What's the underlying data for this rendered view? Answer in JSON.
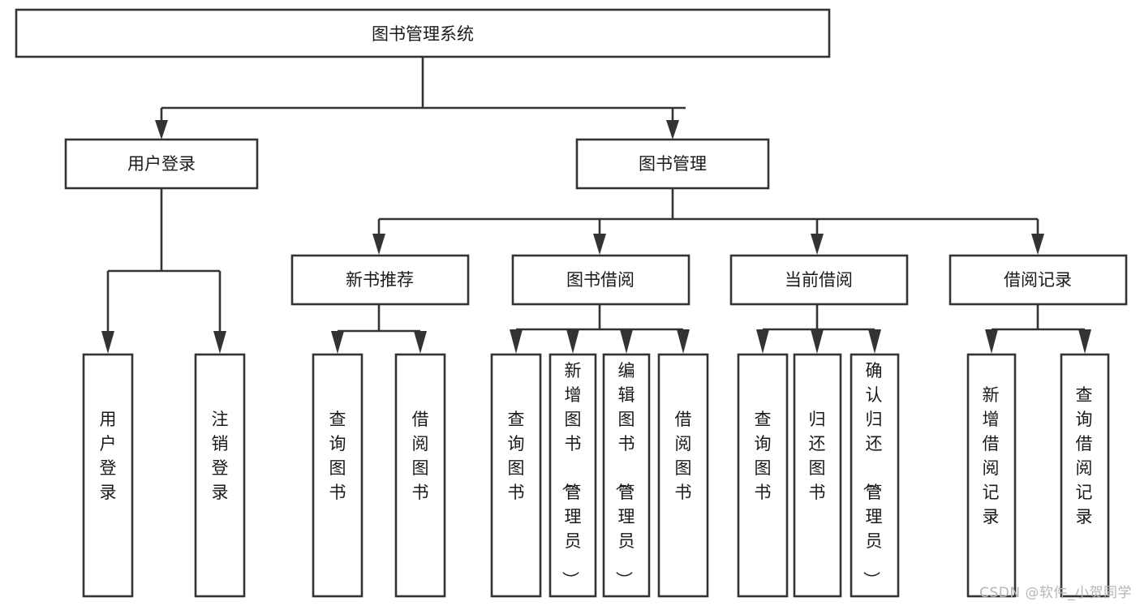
{
  "diagram": {
    "title": "图书管理系统",
    "type": "tree-hierarchy-chart",
    "watermark": "CSDN @软件_小贺同学",
    "colors": {
      "stroke": "#333333",
      "fill": "#ffffff",
      "text": "#1a1a1a",
      "watermark": "#b6b6b6",
      "background": "#ffffff"
    },
    "root": {
      "label": "图书管理系统"
    },
    "level2": [
      {
        "label": "用户登录"
      },
      {
        "label": "图书管理"
      }
    ],
    "level3": [
      {
        "label": "新书推荐"
      },
      {
        "label": "图书借阅"
      },
      {
        "label": "当前借阅"
      },
      {
        "label": "借阅记录"
      }
    ],
    "leaves": {
      "user_login": [
        {
          "label": "用户登录"
        },
        {
          "label": "注销登录"
        }
      ],
      "new_book_recommend": [
        {
          "label": "查询图书"
        },
        {
          "label": "借阅图书"
        }
      ],
      "book_borrow": [
        {
          "label": "查询图书"
        },
        {
          "label": "新增图书（管理员）"
        },
        {
          "label": "编辑图书（管理员）"
        },
        {
          "label": "借阅图书"
        }
      ],
      "current_borrow": [
        {
          "label": "查询图书"
        },
        {
          "label": "归还图书"
        },
        {
          "label": "确认归还（管理员）"
        }
      ],
      "borrow_record": [
        {
          "label": "新增借阅记录"
        },
        {
          "label": "查询借阅记录"
        }
      ]
    }
  }
}
